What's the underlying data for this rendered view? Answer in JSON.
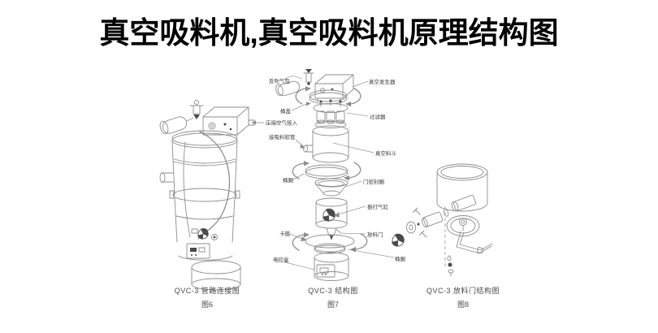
{
  "title": {
    "text": "真空吸料机,真空吸料机原理结构图"
  },
  "colors": {
    "background": "#ffffff",
    "title": "#000000",
    "line": "#8d8d8d",
    "label_text": "#3b3b3b",
    "dark_part": "#4a4a4a"
  },
  "diagrams": [
    {
      "name": "piping-connection",
      "caption": "QVC-3 管路连接图",
      "figure_no": "图6",
      "labels": [
        "压缩空气接入"
      ]
    },
    {
      "name": "exploded-structure",
      "caption": "QVC-3 结构图",
      "figure_no": "图7",
      "labels": [
        "反吹气包",
        "真空发生器",
        "桶盖",
        "过滤器",
        "接吸料软管",
        "真空料斗",
        "桶圈",
        "门密封圈",
        "振打气缸",
        "卡箍",
        "放料门",
        "电控盒",
        "桶圈"
      ]
    },
    {
      "name": "discharge-door-structure",
      "caption": "QVC-3 放料门结构图",
      "figure_no": "图8",
      "labels": []
    }
  ]
}
